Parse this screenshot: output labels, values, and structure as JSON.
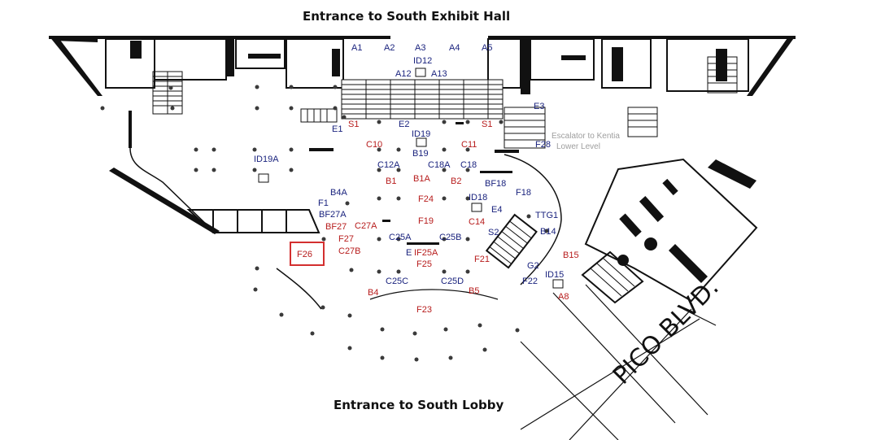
{
  "headings": {
    "top": "Entrance to South Exhibit Hall",
    "bottom": "Entrance to South Lobby",
    "street": "PICO BLVD."
  },
  "note": {
    "line1": "Escalator to Kentia",
    "line2": "Lower Level"
  },
  "colors": {
    "booth_label": "#1a237e",
    "highlight_label": "#b71c1c",
    "highlight_box": "#d32f2f",
    "walls": "#111111",
    "background": "#ffffff"
  },
  "highlighted_booth": "F26",
  "booths": [
    {
      "id": "A1",
      "color": "blue"
    },
    {
      "id": "A2",
      "color": "blue"
    },
    {
      "id": "A3",
      "color": "blue"
    },
    {
      "id": "A4",
      "color": "blue"
    },
    {
      "id": "A5",
      "color": "blue"
    },
    {
      "id": "ID12",
      "color": "blue"
    },
    {
      "id": "A12",
      "color": "blue"
    },
    {
      "id": "A13",
      "color": "blue"
    },
    {
      "id": "E1",
      "color": "blue"
    },
    {
      "id": "S1",
      "color": "red"
    },
    {
      "id": "E2",
      "color": "blue"
    },
    {
      "id": "S1",
      "color": "red"
    },
    {
      "id": "E3",
      "color": "blue"
    },
    {
      "id": "ID19",
      "color": "blue"
    },
    {
      "id": "F28",
      "color": "blue"
    },
    {
      "id": "C10",
      "color": "red"
    },
    {
      "id": "B19",
      "color": "blue"
    },
    {
      "id": "C11",
      "color": "red"
    },
    {
      "id": "ID19A",
      "color": "blue"
    },
    {
      "id": "C12A",
      "color": "blue"
    },
    {
      "id": "C18A",
      "color": "blue"
    },
    {
      "id": "C18",
      "color": "blue"
    },
    {
      "id": "B1",
      "color": "red"
    },
    {
      "id": "B1A",
      "color": "red"
    },
    {
      "id": "B2",
      "color": "red"
    },
    {
      "id": "BF18",
      "color": "blue"
    },
    {
      "id": "B4A",
      "color": "blue"
    },
    {
      "id": "F18",
      "color": "blue"
    },
    {
      "id": "F1",
      "color": "blue"
    },
    {
      "id": "F24",
      "color": "red"
    },
    {
      "id": "ID18",
      "color": "blue"
    },
    {
      "id": "E4",
      "color": "blue"
    },
    {
      "id": "BF27A",
      "color": "blue"
    },
    {
      "id": "TTG1",
      "color": "blue"
    },
    {
      "id": "BF27",
      "color": "red"
    },
    {
      "id": "C27A",
      "color": "red"
    },
    {
      "id": "F19",
      "color": "red"
    },
    {
      "id": "C14",
      "color": "red"
    },
    {
      "id": "F27",
      "color": "red"
    },
    {
      "id": "C25A",
      "color": "blue"
    },
    {
      "id": "C25B",
      "color": "blue"
    },
    {
      "id": "S2",
      "color": "blue"
    },
    {
      "id": "B14",
      "color": "blue"
    },
    {
      "id": "F26",
      "color": "red"
    },
    {
      "id": "C27B",
      "color": "red"
    },
    {
      "id": "E",
      "color": "blue"
    },
    {
      "id": "IF25A",
      "color": "red"
    },
    {
      "id": "F21",
      "color": "red"
    },
    {
      "id": "B15",
      "color": "red"
    },
    {
      "id": "F25",
      "color": "red"
    },
    {
      "id": "G2",
      "color": "blue"
    },
    {
      "id": "ID15",
      "color": "blue"
    },
    {
      "id": "C25C",
      "color": "blue"
    },
    {
      "id": "C25D",
      "color": "blue"
    },
    {
      "id": "F22",
      "color": "blue"
    },
    {
      "id": "B4",
      "color": "red"
    },
    {
      "id": "B5",
      "color": "red"
    },
    {
      "id": "A8",
      "color": "red"
    },
    {
      "id": "F23",
      "color": "red"
    }
  ]
}
